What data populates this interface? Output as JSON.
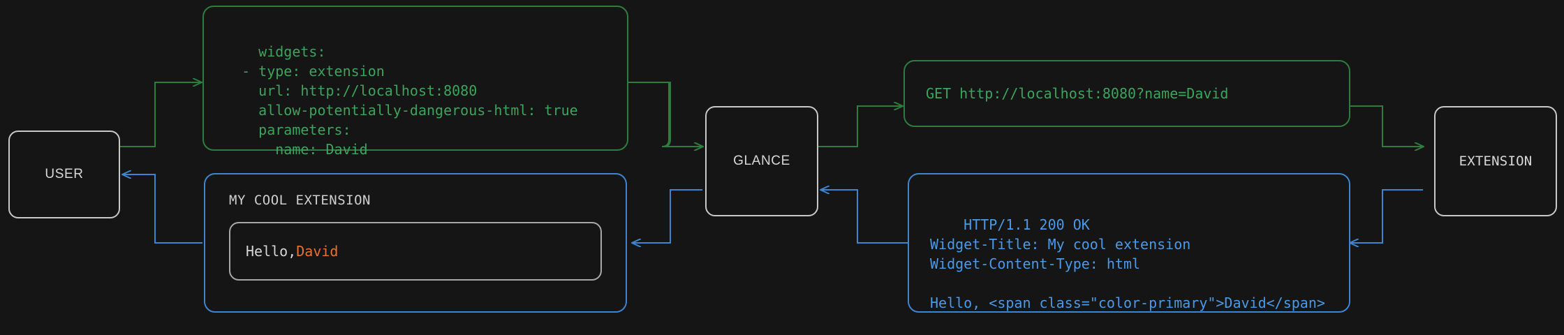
{
  "theme": {
    "background": "#151515",
    "node_border": "#c8c8c8",
    "node_text": "#d8d8d8",
    "green": "#3ea35c",
    "green_border": "#2e7d3e",
    "blue": "#4a9ae8",
    "blue_border": "#3d85d0",
    "accent_orange": "#e8722c",
    "widget_inner_border": "#a8a8a8"
  },
  "nodes": {
    "user": {
      "label": "USER"
    },
    "glance": {
      "label": "GLANCE"
    },
    "extension": {
      "label": "EXTENSION"
    }
  },
  "config_box": {
    "lines": [
      "widgets:",
      "  - type: extension",
      "    url: http://localhost:8080",
      "    allow-potentially-dangerous-html: true",
      "    parameters:",
      "      name: David"
    ],
    "text": "widgets:\n  - type: extension\n    url: http://localhost:8080\n    allow-potentially-dangerous-html: true\n    parameters:\n      name: David"
  },
  "request_box": {
    "text": "GET http://localhost:8080?name=David"
  },
  "response_box": {
    "lines": [
      "HTTP/1.1 200 OK",
      "Widget-Title: My cool extension",
      "Widget-Content-Type: html",
      "",
      "Hello, <span class=\"color-primary\">David</span>"
    ],
    "head": "HTTP/1.1 200 OK\nWidget-Title: My cool extension\nWidget-Content-Type: html",
    "body": "Hello, <span class=\"color-primary\">David</span>"
  },
  "widget_preview": {
    "title": "MY COOL EXTENSION",
    "greeting_prefix": "Hello, ",
    "greeting_name": "David"
  },
  "edges": [
    {
      "name": "user-to-config",
      "color": "green",
      "from": "user",
      "to": "config_box"
    },
    {
      "name": "config-to-glance",
      "color": "green",
      "from": "config_box",
      "to": "glance"
    },
    {
      "name": "glance-to-request",
      "color": "green",
      "from": "glance",
      "to": "request_box"
    },
    {
      "name": "request-to-extension",
      "color": "green",
      "from": "request_box",
      "to": "extension"
    },
    {
      "name": "extension-to-response",
      "color": "blue",
      "from": "extension",
      "to": "response_box"
    },
    {
      "name": "response-to-glance",
      "color": "blue",
      "from": "response_box",
      "to": "glance"
    },
    {
      "name": "glance-to-widget",
      "color": "blue",
      "from": "glance",
      "to": "widget_preview"
    },
    {
      "name": "widget-to-user",
      "color": "blue",
      "from": "widget_preview",
      "to": "user"
    }
  ]
}
